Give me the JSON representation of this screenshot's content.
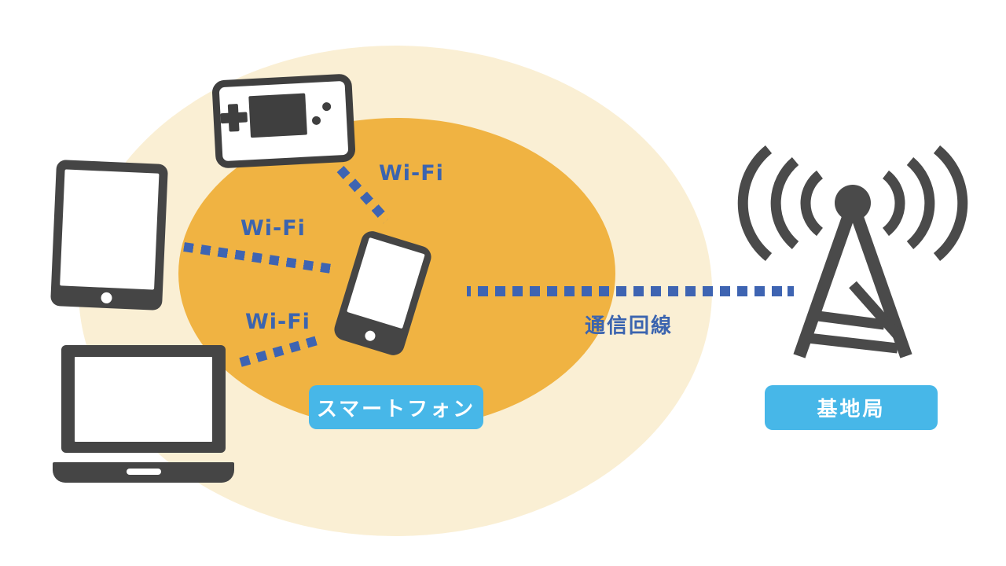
{
  "diagram": {
    "labels": {
      "wifi_top": "Wi-Fi",
      "wifi_left": "Wi-Fi",
      "wifi_bottom": "Wi-Fi",
      "line_label": "通信回線",
      "smartphone_plate": "スマートフォン",
      "base_station_plate": "基地局"
    },
    "icons": {
      "game_console": "game-console-icon",
      "tablet": "tablet-icon",
      "laptop": "laptop-icon",
      "smartphone": "smartphone-icon",
      "radio_tower": "radio-tower-icon"
    },
    "colors": {
      "outer_ellipse": "#FAEFD4",
      "inner_ellipse": "#F0B342",
      "device_gray": "#454545",
      "tower_gray": "#4A4A4A",
      "dash_blue": "#3E64B2",
      "text_blue": "#3B64AF",
      "plate_bg": "#47B7E8",
      "plate_text": "#FFFFFF",
      "background": "#FFFFFF"
    }
  }
}
